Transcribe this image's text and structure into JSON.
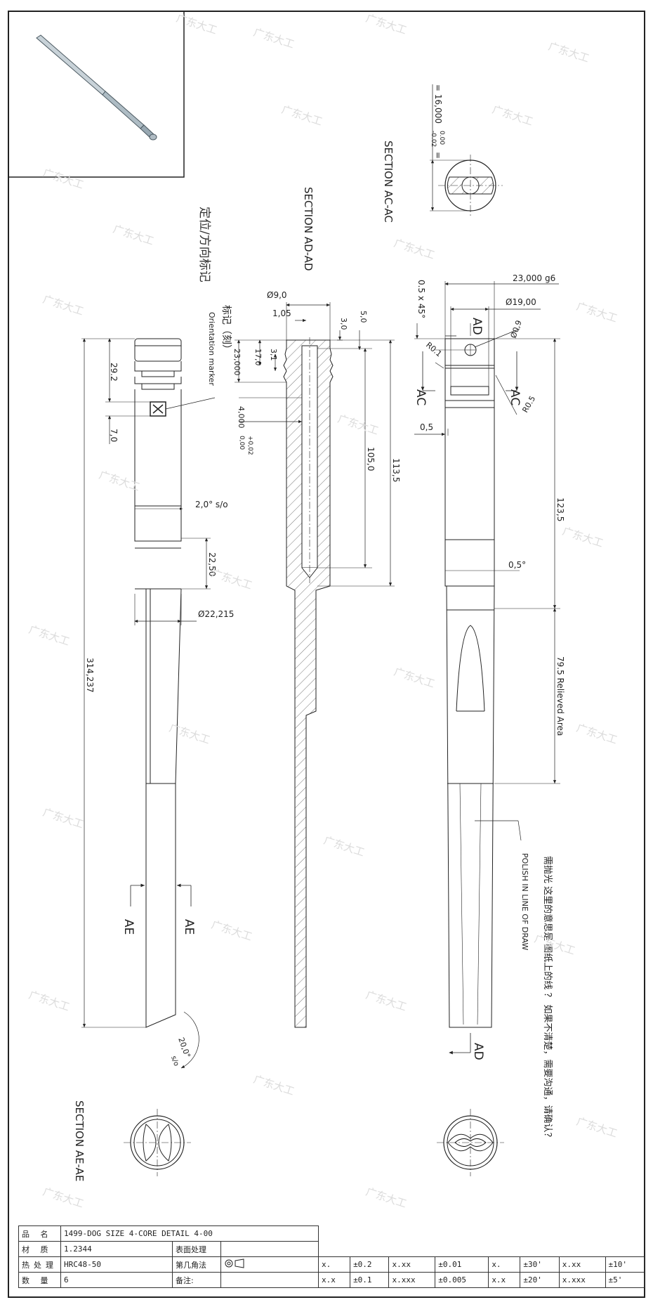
{
  "sections": {
    "ac": "SECTION AC-AC",
    "ad": "SECTION AD-AD",
    "ae": "SECTION AE-AE"
  },
  "cut_labels": {
    "ae": "AE",
    "ac": "AC",
    "ad": "AD"
  },
  "dims": {
    "d16": "= 16,000",
    "d16_tol_up": "0.00",
    "d16_tol_lo": "-0.02",
    "d16_eq": "=",
    "d23g6": "23,000",
    "g6": "g6",
    "d19": "Ø19,00",
    "chamfer": "0.5 x 45°",
    "r01": "R0.1",
    "r05": "R0.5",
    "d09": "Ø0,9",
    "d05": "0,5",
    "d1235": "123,5",
    "ang05": "0,5°",
    "relieved": "79.5  Relieved Area",
    "d90": "Ø9,0",
    "d105": "1,05",
    "d30": "3,0",
    "d50": "5,0",
    "d31": "3,1",
    "d170": "17,0",
    "d23000": "23,000",
    "d4000": "4,000",
    "d4_up": "+0,02",
    "d4_lo": "0,00",
    "d1050": "105,0",
    "d1135": "113,5",
    "d292": "29.2",
    "d70": "7,0",
    "ang2": "2,0° s/o",
    "d2250": "22,50",
    "d22215": "Ø22,215",
    "d314": "314,237",
    "ang20": "20,0°",
    "so": "s/o"
  },
  "notes": {
    "orient_cn": "定位/方向标记",
    "orient_en": "Orientation marker",
    "mark_cn": "标记（刻）",
    "polish": "POLISH IN LINE OF DRAW",
    "polish_cn": "需抛光 这里的意思是 图纸上的线 ？ 如果不清楚，需要沟通，请确认？"
  },
  "watermark": "广东大工",
  "title_block": {
    "name_label": "品 名",
    "name": "1499-DOG SIZE 4-CORE DETAIL 4-00",
    "material_label": "材 质",
    "material": "1.2344",
    "surface_label": "表面处理",
    "heat_label": "热处理",
    "heat": "HRC48-50",
    "projection_label": "第几角法",
    "qty_label": "数 量",
    "qty": "6",
    "remark_label": "备注:",
    "tol": [
      [
        "x.",
        "±0.2",
        "x.xx",
        "±0.01",
        "x.",
        "±30'",
        "x.xx",
        "±10'"
      ],
      [
        "x.x",
        "±0.1",
        "x.xxx",
        "±0.005",
        "x.x",
        "±20'",
        "x.xxx",
        "±5'"
      ]
    ]
  },
  "colors": {
    "line": "#222222",
    "hatch": "#555555",
    "watermark": "#d8d8d8"
  }
}
